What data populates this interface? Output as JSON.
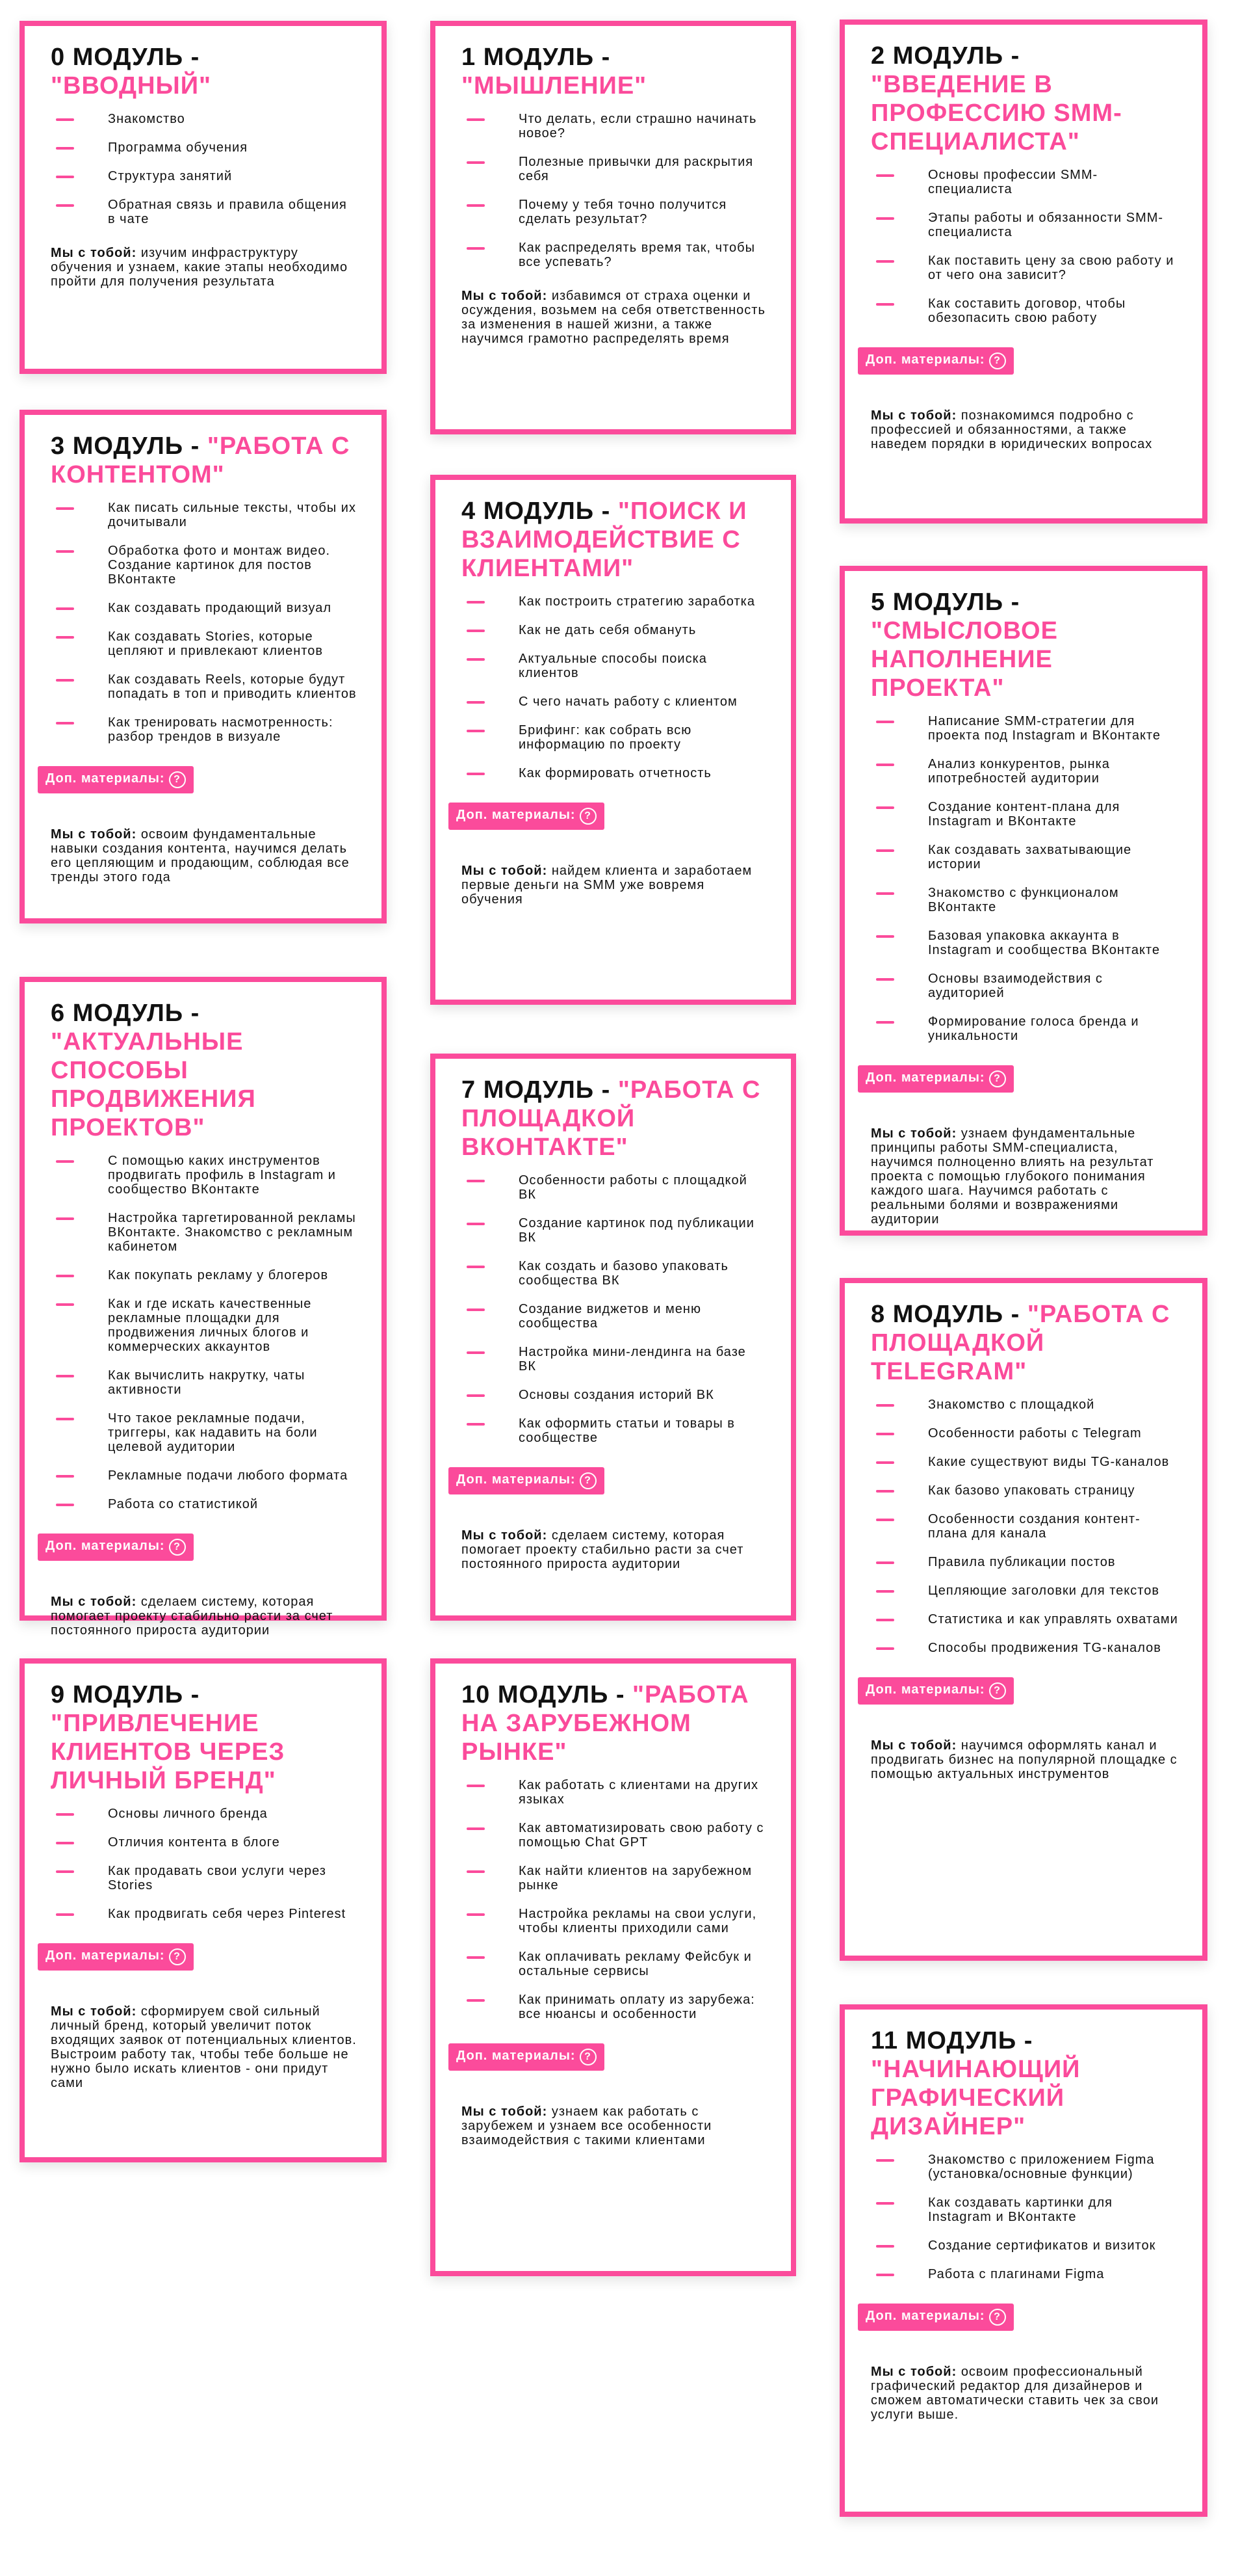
{
  "common": {
    "module_word": "МОДУЛЬ -",
    "extra_label": "Доп. материалы:",
    "extra_icon": "?",
    "outcome_label": "Мы с тобой:"
  },
  "modules": [
    {
      "num": "0",
      "name": "\"ВВОДНЫЙ\"",
      "items": [
        "Знакомство",
        "Программа обучения",
        "Структура занятий",
        "Обратная связь и правила общения в чате"
      ],
      "outcome": "изучим инфраструктуру обучения и узнаем, какие этапы необходимо пройти для получения результата",
      "has_extra": false
    },
    {
      "num": "1",
      "name": "\"МЫШЛЕНИЕ\"",
      "items": [
        "Что делать, если страшно начинать новое?",
        "Полезные привычки для раскрытия себя",
        "Почему у тебя точно получится сделать результат?",
        "Как распределять время так, чтобы все успевать?"
      ],
      "outcome": "избавимся от страха оценки и осуждения, возьмем на себя ответственность за изменения в нашей жизни, а также научимся грамотно распределять время",
      "has_extra": false
    },
    {
      "num": "2",
      "name": "\"ВВЕДЕНИЕ В ПРОФЕССИЮ SMM-СПЕЦИАЛИСТА\"",
      "items": [
        "Основы профессии SMM-специалиста",
        "Этапы работы и обязанности SMM-специалиста",
        "Как поставить цену за свою работу и от чего она зависит?",
        "Как составить договор, чтобы обезопасить свою работу"
      ],
      "outcome": "познакомимся подробно с профессией и обязанностями, а также наведем порядки в юридических вопросах",
      "has_extra": true
    },
    {
      "num": "3",
      "name": "\"РАБОТА С КОНТЕНТОМ\"",
      "items": [
        "Как писать сильные тексты, чтобы их дочитывали",
        "Обработка фото и монтаж видео. Создание картинок для постов ВКонтакте",
        "Как создавать продающий визуал",
        "Как создавать Stories, которые цепляют и привлекают клиентов",
        "Как создавать Reels, которые будут попадать в топ и приводить клиентов",
        "Как тренировать насмотренность: разбор трендов в визуале"
      ],
      "outcome": "освоим фундаментальные навыки создания контента, научимся делать его цепляющим и продающим, соблюдая все тренды этого года",
      "has_extra": true
    },
    {
      "num": "4",
      "name": "\"ПОИСК И ВЗАИМОДЕЙСТВИЕ С КЛИЕНТАМИ\"",
      "items": [
        "Как построить стратегию заработка",
        "Как не дать себя обмануть",
        "Актуальные способы поиска клиентов",
        "С чего начать работу с клиентом",
        "Брифинг: как собрать всю информацию по проекту",
        "Как формировать отчетность"
      ],
      "outcome": "найдем клиента и заработаем первые деньги на SMM уже вовремя обучения",
      "has_extra": true
    },
    {
      "num": "5",
      "name": "\"СМЫСЛОВОЕ НАПОЛНЕНИЕ ПРОЕКТА\"",
      "items": [
        "Написание SMM-стратегии для проекта под Instagram и ВКонтакте",
        "Анализ конкурентов, рынка ипотребностей аудитории",
        "Создание контент-плана для Instagram и ВКонтакте",
        "Как создавать захватывающие истории",
        "Знакомство с функционалом ВКонтакте",
        "Базовая упаковка аккаунта в Instagram и сообщества ВКонтакте",
        "Основы взаимодействия с аудиторией",
        "Формирование голоса бренда и уникальности"
      ],
      "outcome": "узнаем фундаментальные принципы работы SMM-специалиста, научимся полноценно влиять на результат проекта с помощью глубокого понимания каждого шага. Научимся работать с реальными болями и возвражениями аудитории",
      "has_extra": true
    },
    {
      "num": "6",
      "name": "\"АКТУАЛЬНЫЕ СПОСОБЫ ПРОДВИЖЕНИЯ ПРОЕКТОВ\"",
      "items": [
        "С помощью каких инструментов продвигать профиль в Instagram и сообщество ВКонтакте",
        "Настройка таргетированной рекламы ВКонтакте. Знакомство с рекламным кабинетом",
        "Как покупать рекламу у блогеров",
        "Как и где искать качественные рекламные площадки для продвижения личных блогов и коммерческих аккаунтов",
        "Как вычислить накрутку, чаты активности",
        "Что такое рекламные подачи, триггеры, как надавить на боли целевой аудитории",
        "Рекламные подачи любого формата",
        "Работа со статистикой"
      ],
      "outcome": "сделаем систему, которая помогает проекту стабильно расти за счет постоянного прироста аудитории",
      "has_extra": true
    },
    {
      "num": "7",
      "name": "\"РАБОТА С ПЛОЩАДКОЙ ВКОНТАКТЕ\"",
      "items": [
        "Особенности работы с площадкой ВК",
        "Создание картинок под публикации ВК",
        "Как создать и базово упаковать сообщества ВК",
        "Создание виджетов и меню сообщества",
        "Настройка мини-лендинга на базе ВК",
        "Основы создания историй ВК",
        "Как оформить статьи и товары в сообществе"
      ],
      "outcome": "сделаем систему, которая помогает проекту стабильно расти за счет постоянного прироста аудитории",
      "has_extra": true
    },
    {
      "num": "8",
      "name": "\"РАБОТА С ПЛОЩАДКОЙ TELEGRAM\"",
      "items": [
        "Знакомство с площадкой",
        "Особенности работы с Telegram",
        "Какие существуют виды TG-каналов",
        "Как базово упаковать страницу",
        "Особенности создания контент-плана для канала",
        "Правила публикации постов",
        "Цепляющие заголовки для текстов",
        "Статистика и как управлять охватами",
        "Способы продвижения TG-каналов"
      ],
      "outcome": "научимся оформлять канал и продвигать бизнес на популярной площадке с помощью актуальных инструментов",
      "has_extra": true
    },
    {
      "num": "9",
      "name": "\"ПРИВЛЕЧЕНИЕ КЛИЕНТОВ ЧЕРЕЗ ЛИЧНЫЙ БРЕНД\"",
      "items": [
        "Основы личного бренда",
        "Отличия контента в блоге",
        "Как продавать свои услуги через Stories",
        "Как продвигать себя через Pinterest"
      ],
      "outcome": "сформируем свой сильный личный бренд, который увеличит поток входящих заявок от потенциальных клиентов. Выстроим работу так, чтобы тебе больше не нужно было искать клиентов - они придут сами",
      "has_extra": true
    },
    {
      "num": "10",
      "name": "\"РАБОТА НА ЗАРУБЕЖНОМ РЫНКЕ\"",
      "items": [
        "Как работать с клиентами на других языках",
        "Как автоматизировать свою работу с помощью Chat GPT",
        "Как найти клиентов на зарубежном рынке",
        "Настройка рекламы на свои услуги, чтобы клиенты приходили сами",
        "Как оплачивать рекламу Фейсбук и остальные сервисы",
        "Как принимать оплату из зарубежа: все нюансы и особенности"
      ],
      "outcome": "узнаем как работать с зарубежем и узнаем все особенности взаимодействия с такими клиентами",
      "has_extra": true
    },
    {
      "num": "11",
      "name": "\"НАЧИНАЮЩИЙ ГРАФИЧЕСКИЙ ДИЗАЙНЕР\"",
      "items": [
        "Знакомство с приложением Figma (установка/основные функции)",
        "Как создавать картинки для Instagram и ВКонтакте",
        "Создание сертификатов и визиток",
        "Работа с плагинами Figma"
      ],
      "outcome": "освоим профессиональный графический редактор для дизайнеров и сможем автоматически ставить чек за свои услуги выше.",
      "has_extra": true
    }
  ]
}
